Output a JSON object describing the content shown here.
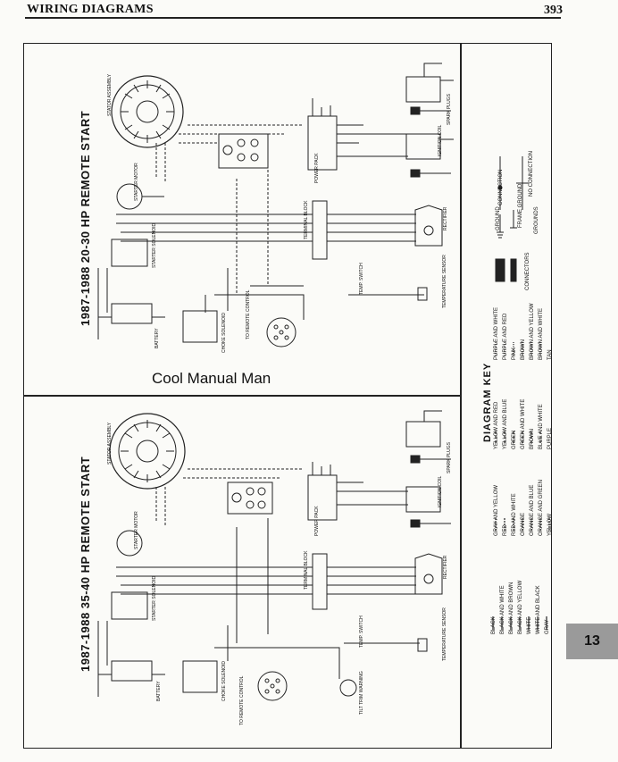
{
  "header": {
    "title": "WIRING DIAGRAMS",
    "page_number": "393"
  },
  "diagram_top": {
    "title": "1987-1988 20-30 HP REMOTE START",
    "labels": {
      "stator": "STATOR ASSEMBLY",
      "starter_motor": "STARTER MOTOR",
      "starter_solenoid": "STARTER SOLENOID",
      "battery": "BATTERY",
      "choke_solenoid": "CHOKE SOLENOID",
      "remote_control": "TO REMOTE CONTROL",
      "power_pack": "POWER PACK",
      "terminal_block": "TERMINAL BLOCK",
      "rectifier": "RECTIFIER",
      "ignition_coil": "IGNITION COIL",
      "spark_plugs": "SPARK PLUGS",
      "temp_switch": "TEMP. SWITCH",
      "temp_sensor": "TEMPERATURE SENSOR"
    }
  },
  "diagram_bottom": {
    "title": "1987-1988 35-40 HP REMOTE START",
    "labels": {
      "stator": "STATOR ASSEMBLY",
      "starter_motor": "STARTER MOTOR",
      "starter_solenoid": "STARTER SOLENOID",
      "battery": "BATTERY",
      "choke_solenoid": "CHOKE SOLENOID",
      "remote_control": "TO REMOTE CONTROL",
      "power_pack": "POWER PACK",
      "terminal_block": "TERMINAL BLOCK",
      "rectifier": "RECTIFIER",
      "ignition_coil": "IGNITION COIL",
      "spark_plugs": "SPARK PLUGS",
      "temp_switch": "TEMP. SWITCH",
      "temp_sensor": "TEMPERATURE SENSOR",
      "tilt_trim": "TILT TRIM WARNING"
    }
  },
  "key": {
    "title": "DIAGRAM KEY",
    "col1": [
      "BLACK",
      "BLACK AND WHITE",
      "BLACK AND BROWN",
      "BLACK AND YELLOW",
      "WHITE",
      "WHITE AND BLACK",
      "GRAY"
    ],
    "col2": [
      "GRAY AND YELLOW",
      "RED",
      "RED AND WHITE",
      "ORANGE",
      "ORANGE AND BLUE",
      "ORANGE AND GREEN",
      "YELLOW"
    ],
    "col3": [
      "YELLOW AND RED",
      "YELLOW AND BLUE",
      "GREEN",
      "GREEN AND WHITE",
      "BROWN",
      "BLUE AND WHITE",
      "PURPLE"
    ],
    "col4": [
      "PURPLE AND WHITE",
      "PURPLE AND RED",
      "PINK",
      "BROWN",
      "BROWN AND YELLOW",
      "BROWN AND WHITE",
      "TAN"
    ],
    "symbols": {
      "connectors": "CONNECTORS",
      "grounds": "GROUNDS",
      "ground": "GROUND",
      "frame_ground": "FRAME GROUND",
      "connection": "CONNECTION",
      "no_connection": "NO CONNECTION"
    }
  },
  "watermark": "Cool Manual Man",
  "section_tab": "13"
}
